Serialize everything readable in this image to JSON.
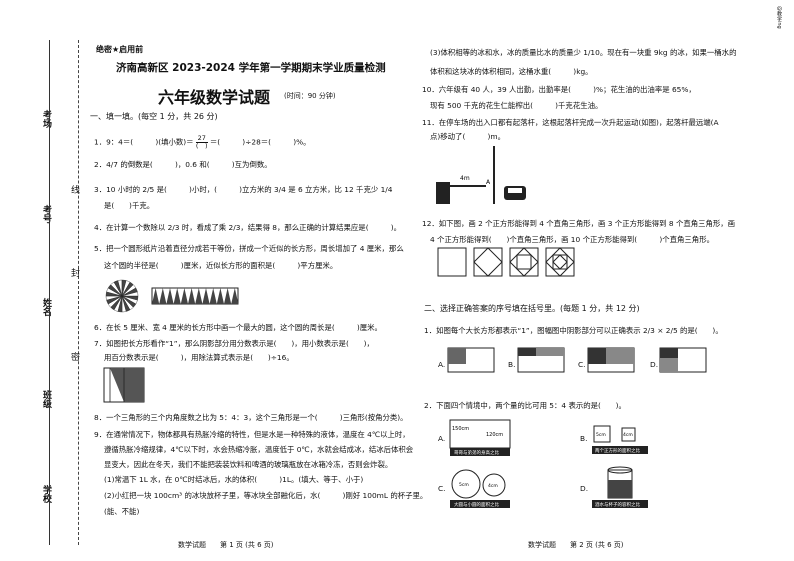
{
  "header": {
    "secret": "绝密★启用前",
    "exam_title": "济南高新区 2023-2024 学年第一学期期末学业质量检测",
    "subject_title": "六年级数学试题",
    "time_note": "(时间：90 分钟)"
  },
  "binding": {
    "school": "学校",
    "class": "班级",
    "name": "姓名",
    "id": "考号",
    "room": "考场",
    "seal_mi": "密",
    "seal_feng": "封",
    "seal_xian": "线"
  },
  "section1": {
    "heading": "一、填一填。(每空 1 分，共 26 分)",
    "q1": "1．9：4＝(　　　)(填小数)＝",
    "q1_frac_num": "27",
    "q1_frac_den": "(　)",
    "q1_tail": "＝(　　　)÷28＝(　　　)%。",
    "q2": "2．4/7 的倒数是(　　　)，0.6 和(　　　)互为倒数。",
    "q3": "3．10 小时的 2/5 是(　　　)小时，(　　　)立方米的 3/4 是 6 立方米，比 12 千克少 1/4",
    "q3b": "是(　　)千克。",
    "q4": "4．在计算一个数除以 2/3 时，看成了乘 2/3，结果得 8，那么正确的计算结果应是(　　　)。",
    "q5": "5．把一个圆形纸片沿着直径分成若干等份，拼成一个近似的长方形，周长增加了 4 厘米，那么",
    "q5b": "这个圆的半径是(　　　)厘米，近似长方形的面积是(　　　)平方厘米。",
    "q6": "6．在长 5 厘米、宽 4 厘米的长方形中画一个最大的圆，这个圆的周长是(　　　)厘米。",
    "q7": "7．如图把长方形看作“1”，那么阴影部分用分数表示是(　　)，用小数表示是(　　)，",
    "q7b": "用百分数表示是(　　　)，用除法算式表示是(　　)÷16。",
    "q8": "8．一个三角形的三个内角度数之比为 5：4：3，这个三角形是一个(　　　)三角形(按角分类)。",
    "q9": "9．在通常情况下，物体都具有热胀冷缩的特性，但是水是一种特殊的液体，温度在 4℃以上时，",
    "q9b": "遵循热胀冷缩规律，4℃以下时，水会热缩冷胀，温度低于 0℃，水就会结成冰，结冰后体积会",
    "q9c": "显变大，因此在冬天，我们不能把装装饮料和啤酒的玻璃瓶放在冰箱冷冻，否则会炸裂。",
    "q9d": "(1)常温下 1L 水，在 0℃时结冰后，水的体积(　　　)1L。(填大、等于、小于)",
    "q9e": "(2)小红把一块 100cm³ 的冰块放杯子里，等冰块全部融化后，水(　　　)刚好 100mL 的杯子里。",
    "q9f": "(能、不能)"
  },
  "right": {
    "q9g": "(3)体积相等的冰和水，冰的质量比水的质量少 1/10。现在有一块重 9kg 的冰，如果一桶水的",
    "q9h": "体积和这块冰的体积相同，这桶水重(　　　)kg。",
    "q10": "10．六年级有 40 人，39 人出勤，出勤率是(　　　)%；花生油的出油率是 65%，",
    "q10b": "现有 500 千克的花生仁能榨出(　　　)千克花生油。",
    "q11": "11．在停车场的出入口都有起落杆，这根起落杆完成一次升起运动(如图)，起落杆最远端(A",
    "q11b": "点)移动了(　　　)m。",
    "q11_len": "4m",
    "q11_point": "A",
    "q12": "12．如下图，画 2 个正方形能得到 4 个直角三角形，画 3 个正方形能得到 8 个直角三角形，画",
    "q12b": "4 个正方形能得到(　　)个直角三角形，画 10 个正方形能得到(　　　)个直角三角形。",
    "section2_heading": "二、选择正确答案的序号填在括号里。(每题 1 分，共 12 分)",
    "s2q1": "1．如图每个大长方形都表示“1”，图幅图中阴影部分可以正确表示 2/3 × 2/5 的是(　　)。",
    "s2q1_opts": [
      "A.",
      "B.",
      "C.",
      "D."
    ],
    "s2q2": "2．下面四个情境中，两个量的比可用 5：4 表示的是(　　)。",
    "s2q2_opts": [
      "A.",
      "B.",
      "C.",
      "D."
    ],
    "s2q2_a_labels": [
      "150cm",
      "120cm"
    ],
    "s2q2_a_caption": "哥哥与弟弟的身高之比",
    "s2q2_b_labels": [
      "5cm",
      "4cm"
    ],
    "s2q2_b_caption": "两个正方形的面积之比",
    "s2q2_c_labels": [
      "5cm",
      "4cm"
    ],
    "s2q2_c_caption": "大圆与小圆的面积之比",
    "s2q2_d_caption": "酒水与杯子的容积之比"
  },
  "footer": {
    "left": "数学试题　　第 1 页 (共 6 页)",
    "right": "数学试题　　第 2 页 (共 6 页)"
  },
  "corner_mark": "@教学ing"
}
